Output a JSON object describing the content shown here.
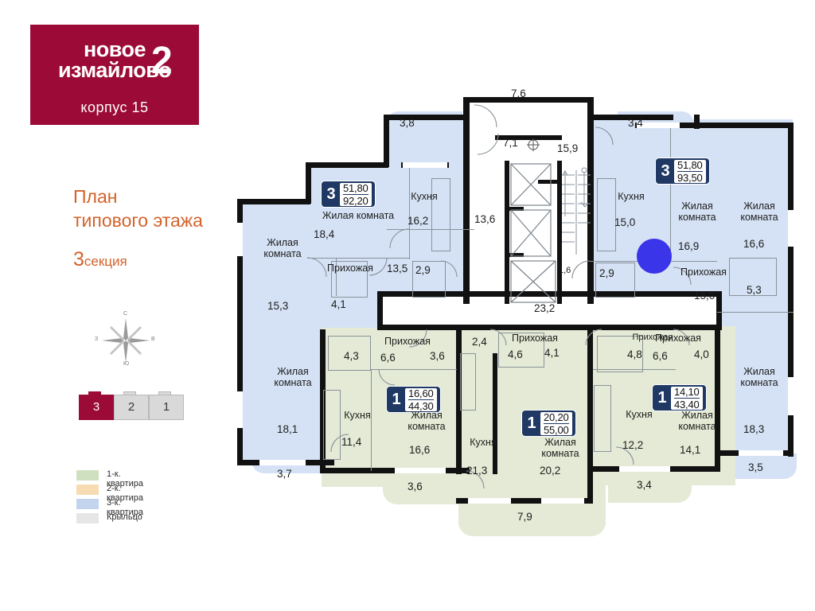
{
  "brand": {
    "line1": "новое",
    "line2": "измайлово",
    "big": "2",
    "building": "корпус 15",
    "color": "#9c0b37"
  },
  "headings": {
    "plan_line1": "План",
    "plan_line2": "типового этажа",
    "section_number": "3",
    "section_word": "секция",
    "accent_color": "#d4622a"
  },
  "compass": {
    "north": "С",
    "south": "Ю",
    "west": "З",
    "east": "В"
  },
  "section_selector": {
    "active": "3",
    "items": [
      {
        "label": "3",
        "active": true
      },
      {
        "label": "2",
        "active": false
      },
      {
        "label": "1",
        "active": false
      }
    ]
  },
  "legend": {
    "items": [
      {
        "label": "1-к. квартира",
        "color": "#cfe0c0"
      },
      {
        "label": "2-к. квартира",
        "color": "#f6dcb0"
      },
      {
        "label": "3-к. квартира",
        "color": "#c3d5ee"
      },
      {
        "label": "Крыльцо",
        "color": "#e6e6e6"
      }
    ]
  },
  "colors": {
    "blue_apartment": "#d5e2f5",
    "green_apartment": "#e4ead5",
    "porch": "#eeeeee",
    "wall": "#111111",
    "badge": "#1f3864",
    "cursor": "#3b35ea"
  },
  "room_names": {
    "living": "Жилая комната",
    "living_1": "Жилая",
    "living_2": "комната",
    "kitchen": "Кухня",
    "hall": "Прихожая"
  },
  "apartments": [
    {
      "id": "left-3k",
      "type": "3",
      "living_area": "51,80",
      "total_area": "92,20",
      "color": "blue",
      "rooms": [
        {
          "name": "Жилая комната",
          "area": "18,4"
        },
        {
          "name": "Жилая комната",
          "area": "15,3"
        },
        {
          "name": "Жилая комната",
          "area": "18,1"
        },
        {
          "name": "Прихожая",
          "area": "13,5"
        },
        {
          "name": "Кухня",
          "area": "16,2"
        },
        {
          "name": "",
          "area": "4,1"
        },
        {
          "name": "",
          "area": "2,9"
        },
        {
          "name": "",
          "area": "3,8"
        },
        {
          "name": "",
          "area": "3,7"
        }
      ]
    },
    {
      "id": "right-3k",
      "type": "3",
      "living_area": "51,80",
      "total_area": "93,50",
      "color": "blue",
      "rooms": [
        {
          "name": "Кухня",
          "area": "15,0"
        },
        {
          "name": "Жилая комната",
          "area": "16,9"
        },
        {
          "name": "Жилая комната",
          "area": "16,6"
        },
        {
          "name": "Жилая комната",
          "area": "18,3"
        },
        {
          "name": "Прихожая",
          "area": "15,0"
        },
        {
          "name": "",
          "area": "2,9"
        },
        {
          "name": "",
          "area": "5,3"
        },
        {
          "name": "",
          "area": "3,4"
        },
        {
          "name": "",
          "area": "3,5"
        }
      ]
    },
    {
      "id": "left-1k",
      "type": "1",
      "living_area": "16,60",
      "total_area": "44,30",
      "color": "green",
      "rooms": [
        {
          "name": "Прихожая",
          "area": "6,6"
        },
        {
          "name": "Кухня",
          "area": "11,4"
        },
        {
          "name": "Жилая комната",
          "area": "16,6"
        },
        {
          "name": "",
          "area": "3,6"
        },
        {
          "name": "",
          "area": "4,3"
        },
        {
          "name": "",
          "area": "3,6"
        }
      ]
    },
    {
      "id": "center-1k",
      "type": "1",
      "living_area": "20,20",
      "total_area": "55,00",
      "color": "green",
      "rooms": [
        {
          "name": "Прихожая",
          "area": "4,6"
        },
        {
          "name": "Кухня",
          "area": "21,3"
        },
        {
          "name": "Жилая комната",
          "area": "20,2"
        },
        {
          "name": "",
          "area": "2,4"
        },
        {
          "name": "",
          "area": "4,1"
        },
        {
          "name": "",
          "area": "7,9"
        }
      ]
    },
    {
      "id": "right-1k",
      "type": "1",
      "living_area": "14,10",
      "total_area": "43,40",
      "color": "green",
      "rooms": [
        {
          "name": "Прихожая",
          "area": "6,6"
        },
        {
          "name": "Кухня",
          "area": "12,2"
        },
        {
          "name": "Жилая комната",
          "area": "14,1"
        },
        {
          "name": "",
          "area": "4,0"
        },
        {
          "name": "",
          "area": "4,8"
        },
        {
          "name": "",
          "area": "3,4"
        }
      ]
    }
  ],
  "common_areas": {
    "entry_top": "7,6",
    "tambour": "7,1",
    "stairwell": "15,9",
    "elevator_hall": "13,6",
    "small": "1,6",
    "corridor": "23,2"
  },
  "plan_numbers": {
    "n_7_6": "7,6",
    "n_3_8": "3,8",
    "n_7_1": "7,1",
    "n_15_9": "15,9",
    "n_3_4_top": "3,4",
    "n_51_80_l": "51,80",
    "n_92_20": "92,20",
    "n_16_2": "16,2",
    "n_13_6": "13,6",
    "n_15_0_k": "15,0",
    "n_51_80_r": "51,80",
    "n_93_50": "93,50",
    "n_18_4": "18,4",
    "n_16_6_r": "16,6",
    "n_15_3": "15,3",
    "n_13_5": "13,5",
    "n_2_9_l": "2,9",
    "n_1_6": "1,6",
    "n_2_9_r": "2,9",
    "n_16_9": "16,9",
    "n_15_0_h": "15,0",
    "n_5_3": "5,3",
    "n_4_1_l": "4,1",
    "n_23_2": "23,2",
    "n_6_6_l": "6,6",
    "n_3_6_a": "3,6",
    "n_2_4": "2,4",
    "n_4_6": "4,6",
    "n_4_1_c": "4,1",
    "n_4_8": "4,8",
    "n_6_6_r": "6,6",
    "n_4_0": "4,0",
    "n_4_3": "4,3",
    "n_16_60": "16,60",
    "n_44_30": "44,30",
    "n_14_10": "14,10",
    "n_43_40": "43,40",
    "n_20_20": "20,20",
    "n_55_00": "55,00",
    "n_18_1": "18,1",
    "n_11_4": "11,4",
    "n_16_6_c": "16,6",
    "n_21_3": "21,3",
    "n_20_2": "20,2",
    "n_12_2": "12,2",
    "n_14_1": "14,1",
    "n_18_3": "18,3",
    "n_3_7": "3,7",
    "n_3_6_b": "3,6",
    "n_3_4_b": "3,4",
    "n_3_5": "3,5",
    "n_7_9": "7,9"
  }
}
